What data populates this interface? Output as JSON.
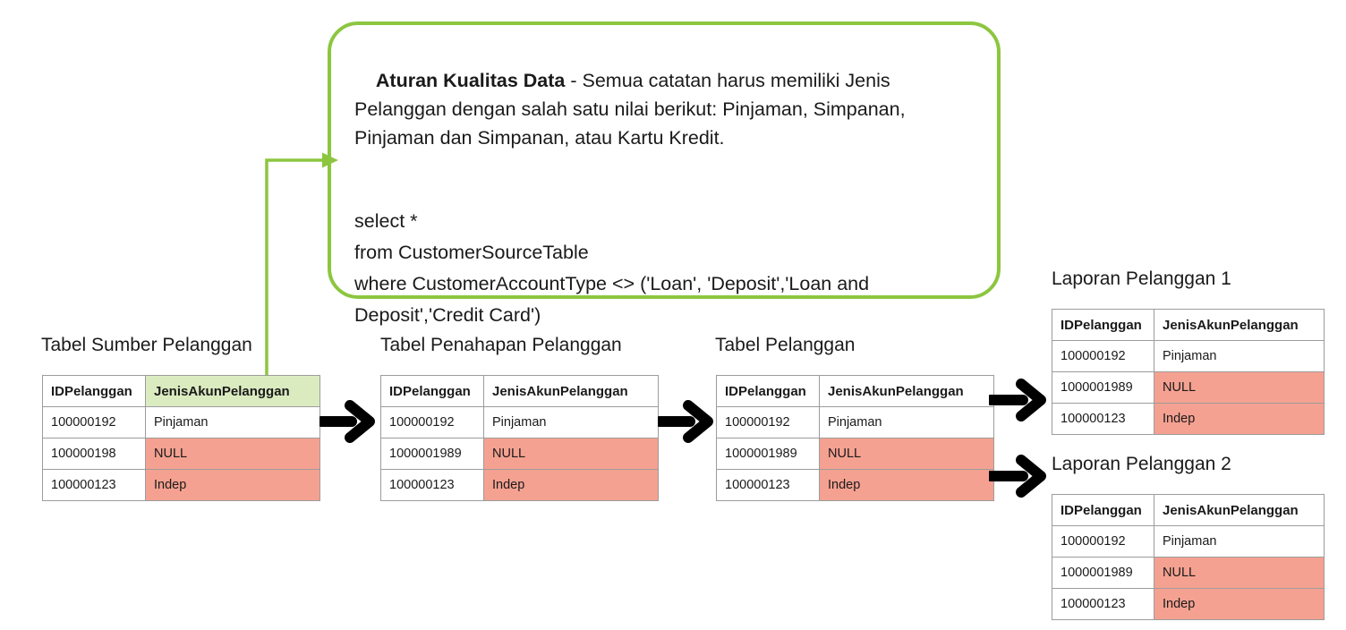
{
  "colors": {
    "green_border": "#8CC63F",
    "green_cell": "#DBEBC0",
    "red_cell": "#F5A191",
    "table_border": "#9C9C9C",
    "text": "#1A1A1A"
  },
  "callout": {
    "rule_title": "Aturan Kualitas Data",
    "rule_body": " - Semua catatan harus memiliki Jenis Pelanggan dengan salah satu nilai berikut: Pinjaman, Simpanan, Pinjaman dan Simpanan, atau Kartu Kredit.",
    "sql": "select *\nfrom CustomerSourceTable\nwhere CustomerAccountType <> ('Loan', 'Deposit','Loan and Deposit','Credit Card')"
  },
  "columns": {
    "id": "IDPelanggan",
    "type": "JenisAkunPelanggan"
  },
  "tables": [
    {
      "key": "source",
      "title": "Tabel Sumber Pelanggan",
      "header_type_highlight": "green",
      "rows": [
        {
          "id": "100000192",
          "type": "Pinjaman",
          "status": "ok"
        },
        {
          "id": "100000198",
          "type": "NULL",
          "status": "bad"
        },
        {
          "id": "100000123",
          "type": "Indep",
          "status": "bad"
        }
      ]
    },
    {
      "key": "staging",
      "title": "Tabel Penahapan Pelanggan",
      "header_type_highlight": "none",
      "rows": [
        {
          "id": "100000192",
          "type": "Pinjaman",
          "status": "ok"
        },
        {
          "id": "1000001989",
          "type": "NULL",
          "status": "bad"
        },
        {
          "id": "100000123",
          "type": "Indep",
          "status": "bad"
        }
      ]
    },
    {
      "key": "customer",
      "title": "Tabel Pelanggan",
      "header_type_highlight": "none",
      "rows": [
        {
          "id": "100000192",
          "type": "Pinjaman",
          "status": "ok"
        },
        {
          "id": "1000001989",
          "type": "NULL",
          "status": "bad"
        },
        {
          "id": "100000123",
          "type": "Indep",
          "status": "bad"
        }
      ]
    },
    {
      "key": "report1",
      "title": "Laporan Pelanggan 1",
      "header_type_highlight": "none",
      "rows": [
        {
          "id": "100000192",
          "type": "Pinjaman",
          "status": "ok"
        },
        {
          "id": "1000001989",
          "type": "NULL",
          "status": "bad"
        },
        {
          "id": "100000123",
          "type": "Indep",
          "status": "bad"
        }
      ]
    },
    {
      "key": "report2",
      "title": "Laporan Pelanggan 2",
      "header_type_highlight": "none",
      "rows": [
        {
          "id": "100000192",
          "type": "Pinjaman",
          "status": "ok"
        },
        {
          "id": "1000001989",
          "type": "NULL",
          "status": "bad"
        },
        {
          "id": "100000123",
          "type": "Indep",
          "status": "bad"
        }
      ]
    }
  ],
  "arrows": [
    {
      "name": "arrow-source-to-staging"
    },
    {
      "name": "arrow-staging-to-customer"
    },
    {
      "name": "arrow-customer-to-report1"
    },
    {
      "name": "arrow-customer-to-report2"
    },
    {
      "name": "connector-source-column-to-rule"
    }
  ]
}
